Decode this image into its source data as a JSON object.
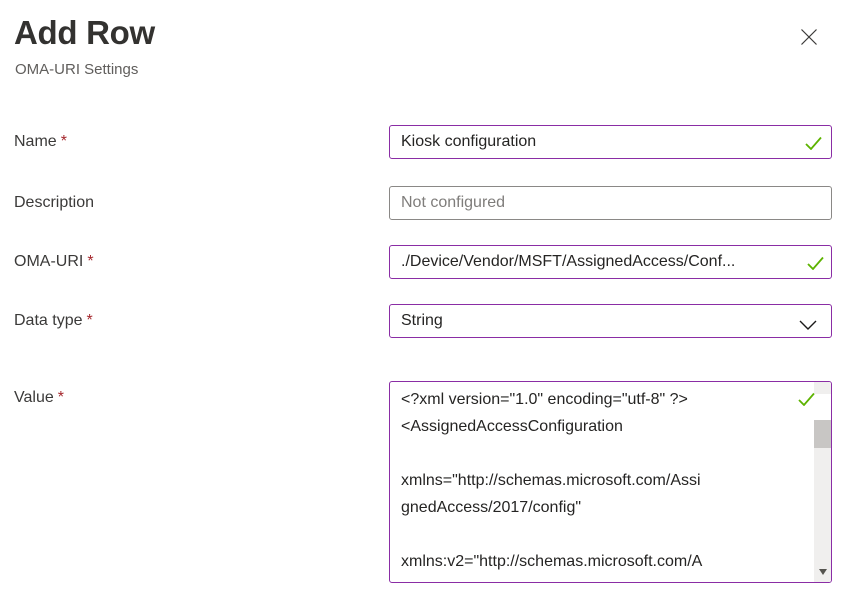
{
  "dialog": {
    "title": "Add Row",
    "subtitle": "OMA-URI Settings"
  },
  "icons": {
    "close": "close-x",
    "valid_check": "green-checkmark",
    "chevron_down": "chevron-down",
    "scroll_down": "triangle-down"
  },
  "colors": {
    "accent_purple": "#8a2da5",
    "valid_green": "#5db300",
    "required_red": "#a4262c",
    "neutral_border": "#8a8886"
  },
  "form": {
    "required_marker": "*",
    "fields": {
      "name": {
        "label": "Name",
        "required": true,
        "value": "Kiosk configuration",
        "validated": true
      },
      "description": {
        "label": "Description",
        "required": false,
        "placeholder": "Not configured"
      },
      "oma_uri": {
        "label": "OMA-URI",
        "required": true,
        "value": "./Device/Vendor/MSFT/AssignedAccess/Conf...",
        "validated": true
      },
      "data_type": {
        "label": "Data type",
        "required": true,
        "value": "String",
        "control": "dropdown"
      },
      "value": {
        "label": "Value",
        "required": true,
        "validated": true,
        "text": "<?xml version=\"1.0\" encoding=\"utf-8\" ?>\n<AssignedAccessConfiguration\n\nxmlns=\"http://schemas.microsoft.com/Assi\ngnedAccess/2017/config\"\n\nxmlns:v2=\"http://schemas.microsoft.com/A"
      }
    }
  }
}
